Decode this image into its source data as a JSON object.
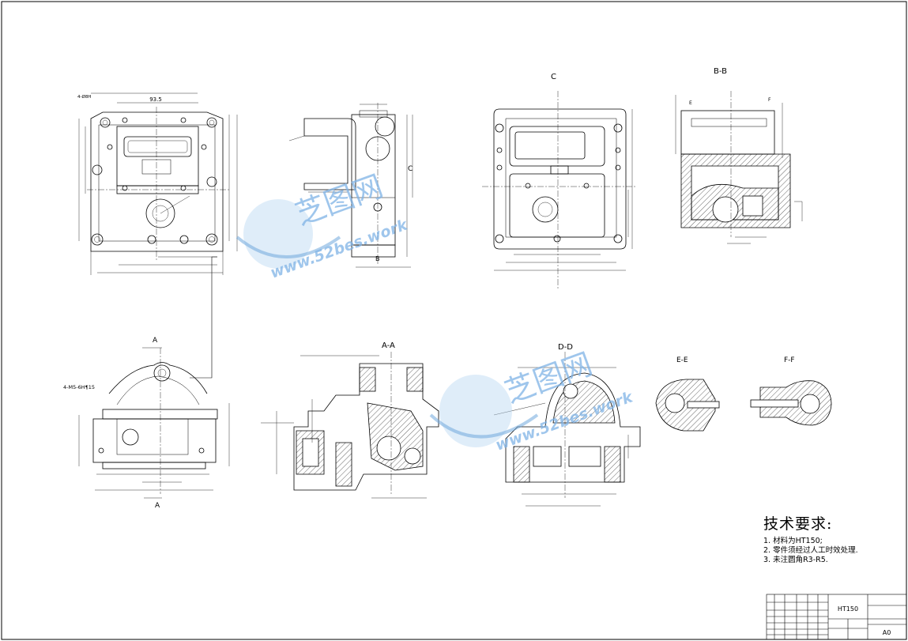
{
  "views": {
    "a_top": "A",
    "a_bottom": "A",
    "aa": "A-A",
    "bb": "B-B",
    "c": "C",
    "dd": "D-D",
    "ee": "E-E",
    "ff": "F-F"
  },
  "markers": {
    "c_side": "C",
    "b_side": "B",
    "e_left": "E",
    "f_right": "F"
  },
  "dimensions": {
    "front_935": "93.5",
    "front_holes": "4-Ø8H",
    "bottom_thread": "4-M5-6H¶15"
  },
  "watermark": {
    "brand": "芝图网",
    "url": "www.52bes.work"
  },
  "tech_requirements": {
    "heading": "技术要求:",
    "items": [
      "1. 材料为HT150;",
      "2. 零件须经过人工时效处理.",
      "3. 未注圆角R3-R5."
    ]
  },
  "title_block": {
    "material": "HT150",
    "sheet": "A0"
  }
}
